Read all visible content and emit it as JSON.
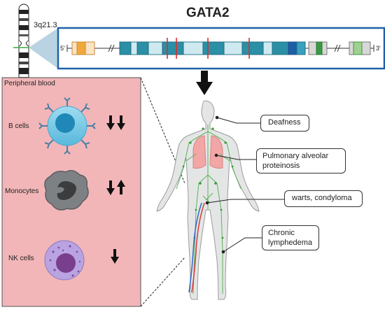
{
  "gene": {
    "title": "GATA2",
    "locus": "3q21.3",
    "five_prime": "5'",
    "three_prime": "3'"
  },
  "panel": {
    "title": "Peripheral blood",
    "cells": [
      {
        "label": "B cells",
        "arrows": "down-down"
      },
      {
        "label": "Monocytes",
        "arrows": "down-up"
      },
      {
        "label": "NK cells",
        "arrows": "down"
      }
    ]
  },
  "manifestations": {
    "deafness": "Deafness",
    "pap_line1": "Pulmonary alveolar",
    "pap_line2": "proteinosis",
    "warts": "warts, condyloma",
    "lymph_line1": "Chronic",
    "lymph_line2": "lymphedema"
  },
  "colors": {
    "panel_bg": "#f2b6b8",
    "exon_teal": "#2b8fa6",
    "exon_light": "#cfe9f0",
    "exon_orange": "#f0a93a",
    "exon_green": "#3a9a43",
    "mutation_red": "#e02b2b",
    "body_gray": "#e4e6e6",
    "lymph_green": "#5bb35b"
  }
}
